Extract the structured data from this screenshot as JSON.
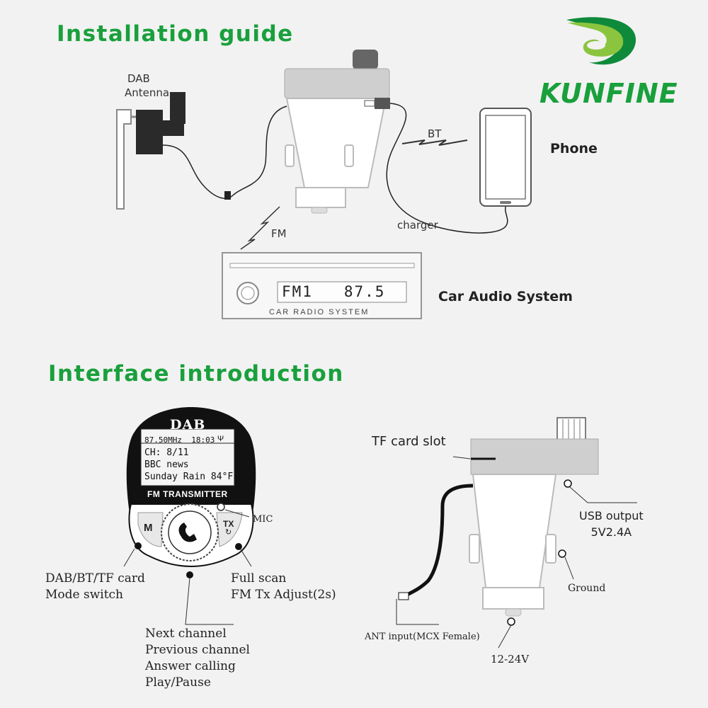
{
  "brand": {
    "name": "KUNFINE",
    "colors": {
      "green": "#19a03c",
      "logo_light": "#8bc53f",
      "logo_dark": "#0e8a3a"
    }
  },
  "installation": {
    "title": "Installation guide",
    "dab_antenna_label": [
      "DAB",
      "Antenna"
    ],
    "bt_label": "BT",
    "fm_label": "FM",
    "charger_label": "charger",
    "phone_label": "Phone",
    "car_audio_label": "Car Audio System",
    "radio": {
      "display": "FM1   87.5",
      "caption": "CAR RADIO SYSTEM"
    }
  },
  "interface": {
    "title": "Interface introduction",
    "device": {
      "brand_label": "DAB",
      "screen_lines": [
        "87.50MHz  18:03",
        "CH: 8/11",
        "BBC news",
        "Sunday Rain 84°F"
      ],
      "signal_icon": "antenna-signal-icon",
      "band_label": "FM TRANSMITTER",
      "button_m": "M",
      "button_tx": "TX",
      "center_icon": "phone-handset-icon"
    },
    "callouts": {
      "mic": "MIC",
      "mode_switch": [
        "DAB/BT/TF card",
        "Mode switch"
      ],
      "full_scan": [
        "Full scan",
        "FM Tx Adjust(2s)"
      ],
      "center_button": [
        "Next channel",
        "Previous channel",
        "Answer calling",
        "Play/Pause"
      ],
      "tf_card_slot": "TF card slot",
      "usb_output": [
        "USB output",
        "5V2.4A"
      ],
      "ground": "Ground",
      "ant_input": "ANT input(MCX Female)",
      "voltage": "12-24V"
    }
  }
}
